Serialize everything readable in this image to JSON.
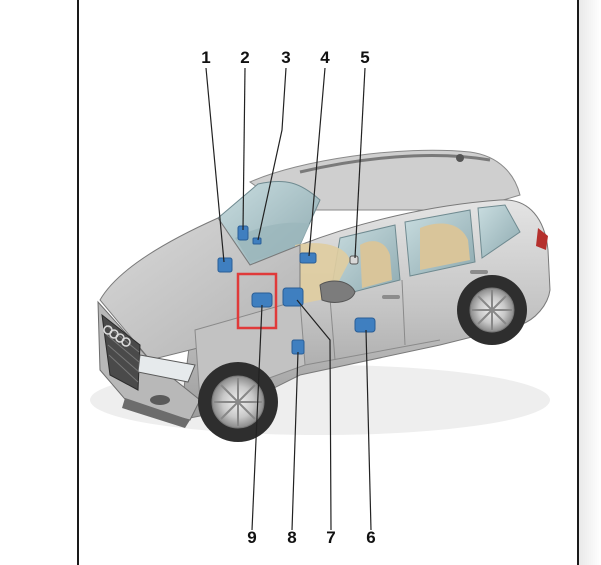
{
  "callouts": {
    "top": [
      "1",
      "2",
      "3",
      "4",
      "5"
    ],
    "bottom": [
      "9",
      "8",
      "7",
      "6"
    ]
  },
  "colors": {
    "body": "#c8c8c8",
    "body_dark": "#9a9a9a",
    "glass": "#a9c3c8",
    "interior": "#d9c59a",
    "component": "#3f7fc0",
    "component_dark": "#2a5e96",
    "highlight_box": "#e03a3a",
    "leader_line": "#222222"
  },
  "highlight": {
    "callout": "9"
  }
}
